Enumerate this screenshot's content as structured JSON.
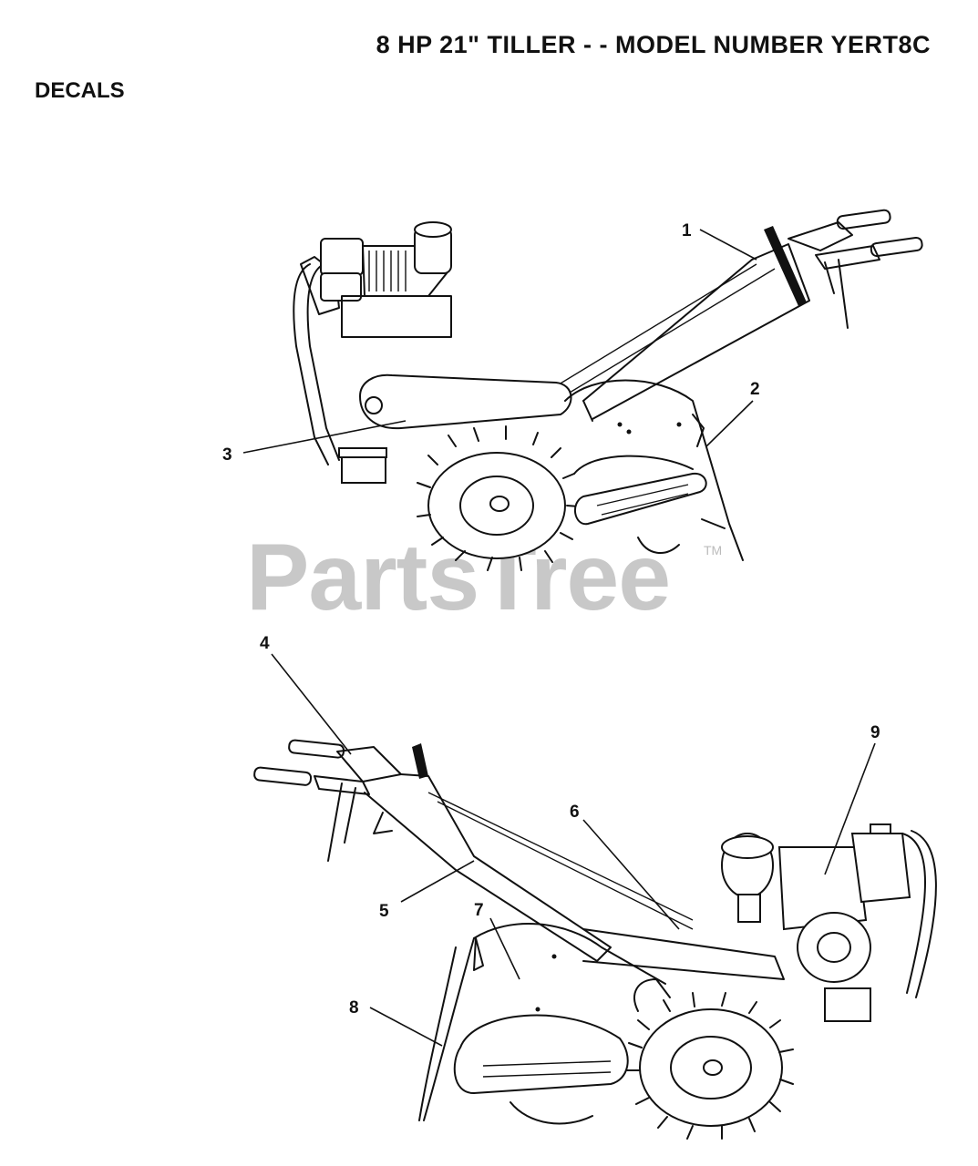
{
  "header": {
    "title": "8 HP 21\" TILLER - - MODEL NUMBER YERT8C",
    "section": "DECALS"
  },
  "watermark": {
    "text": "PartsTree",
    "tm": "TM"
  },
  "callouts": [
    {
      "label": "1"
    },
    {
      "label": "2"
    },
    {
      "label": "3"
    },
    {
      "label": "4"
    },
    {
      "label": "5"
    },
    {
      "label": "6"
    },
    {
      "label": "7"
    },
    {
      "label": "8"
    },
    {
      "label": "9"
    }
  ]
}
